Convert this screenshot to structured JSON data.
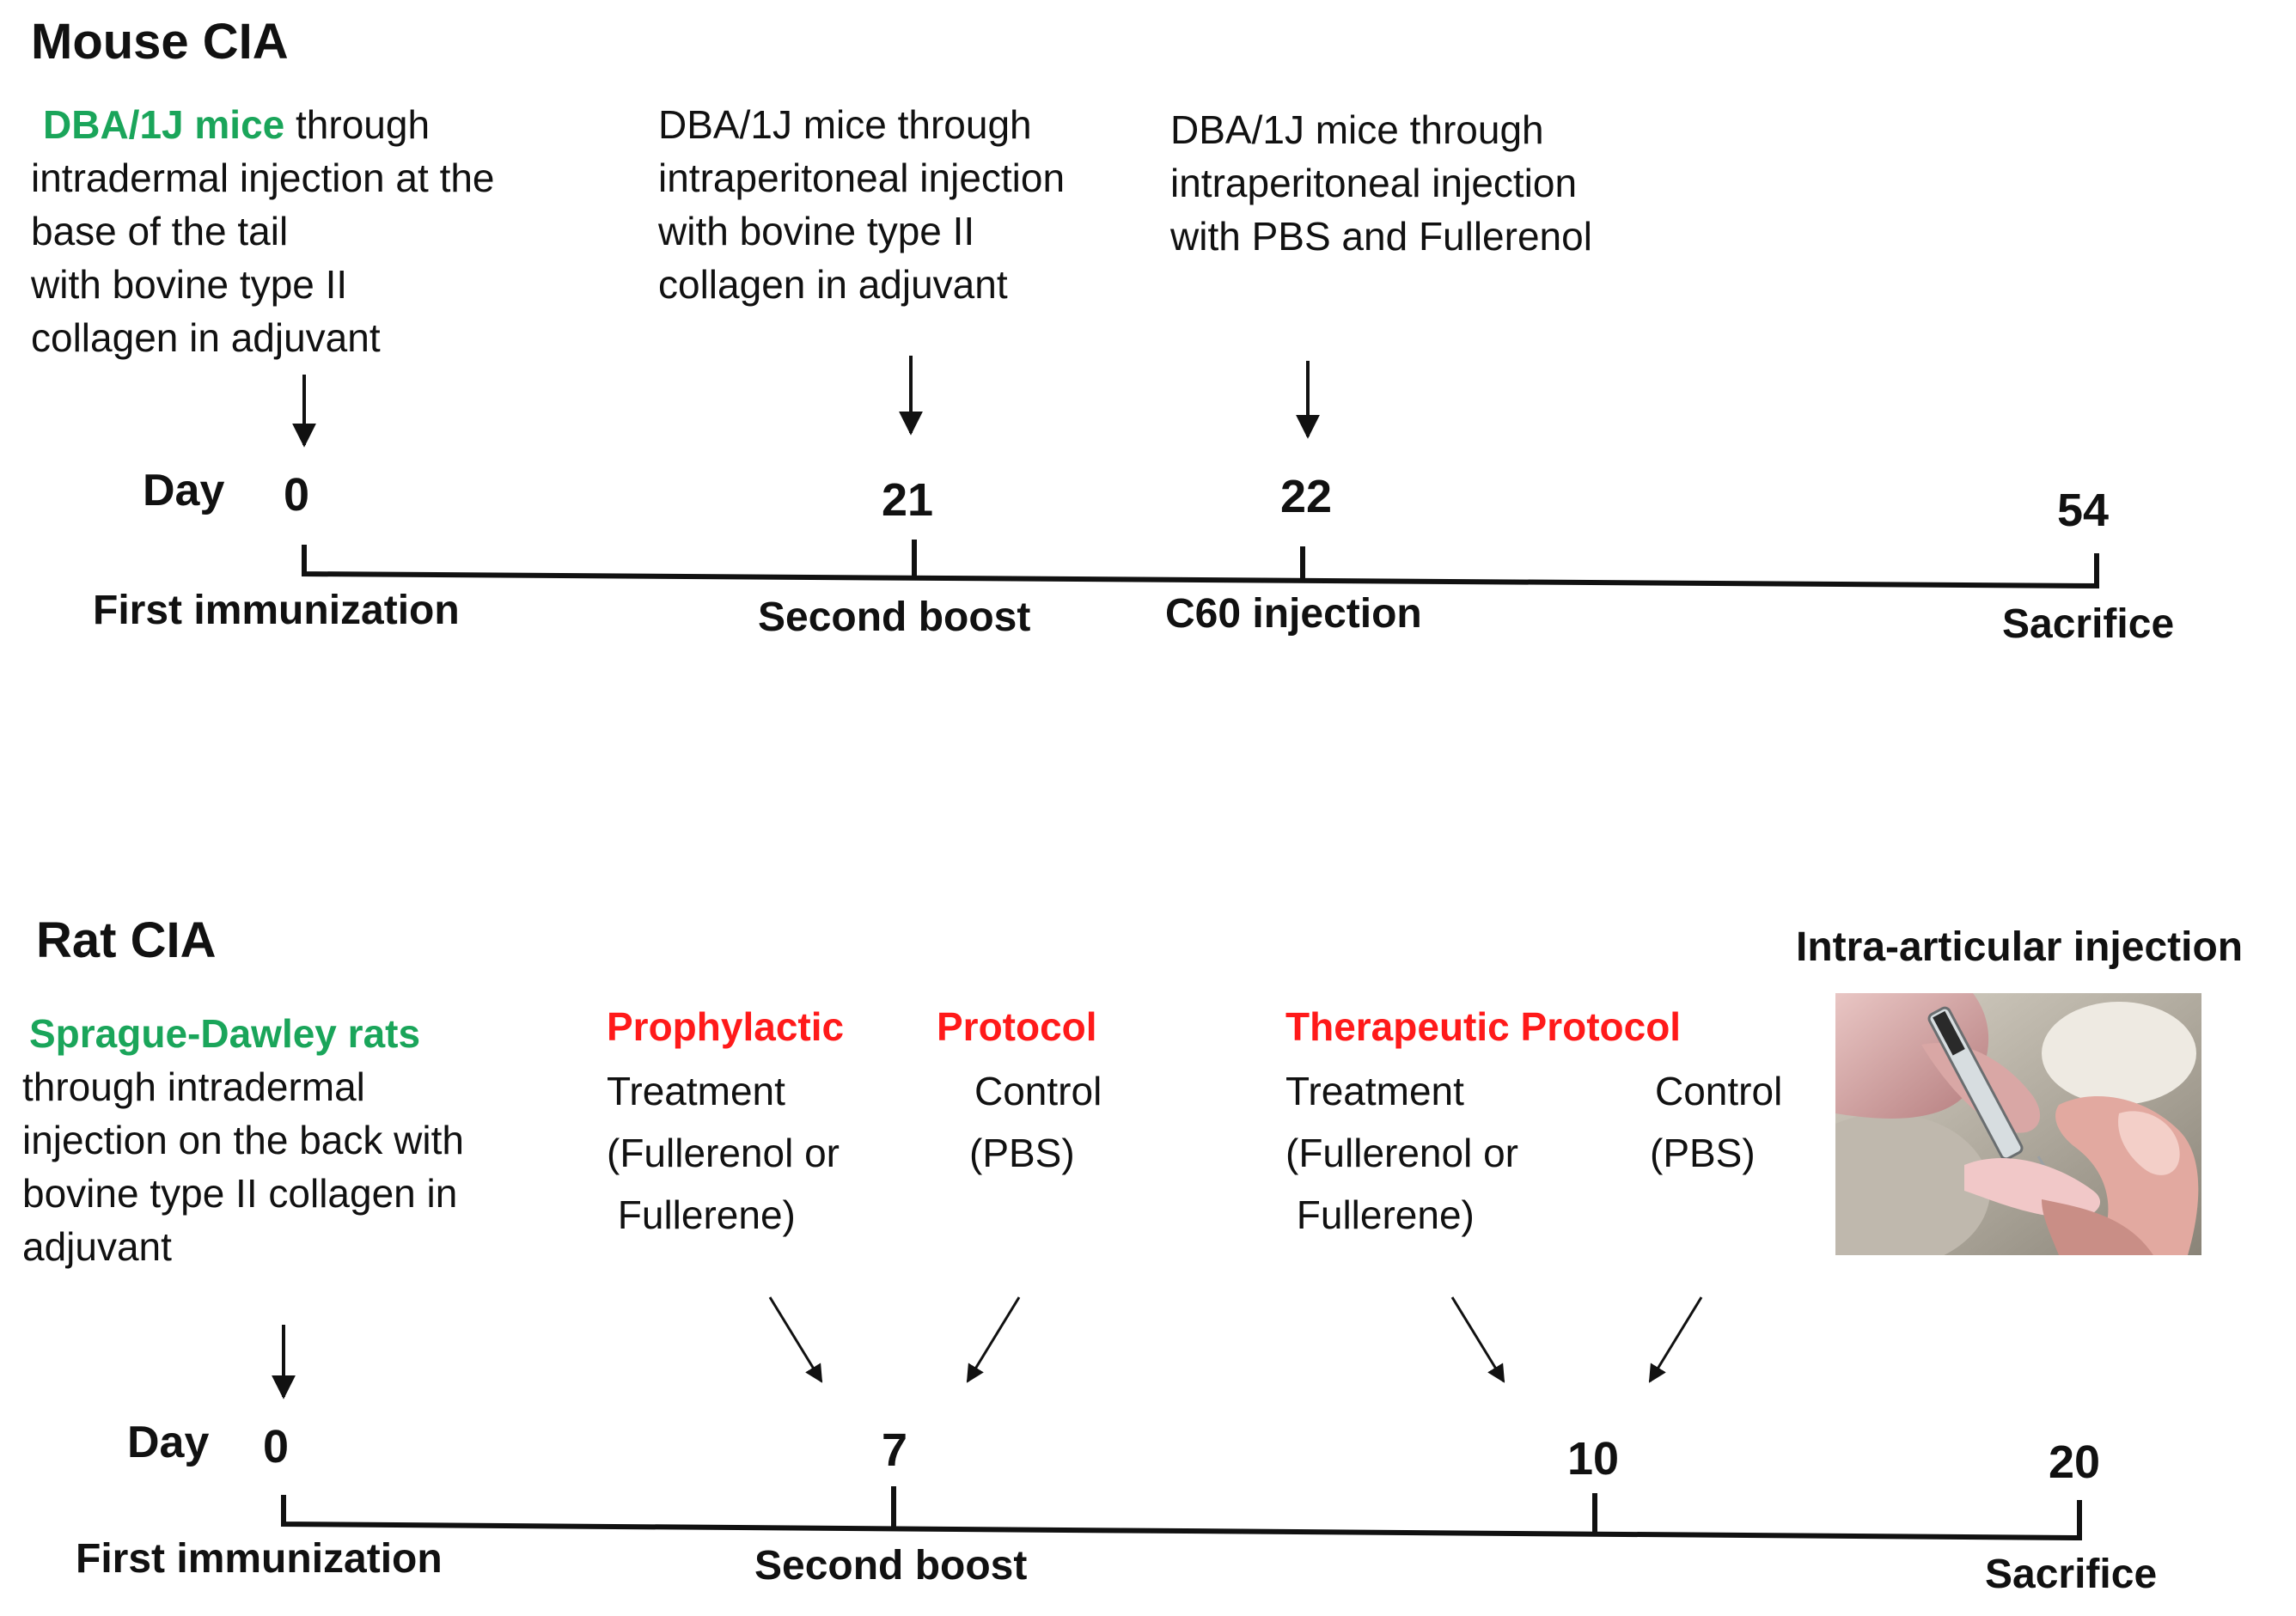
{
  "mouse": {
    "title": "Mouse CIA",
    "step0": {
      "highlight": "DBA/1J mice",
      "rest_first_line": " through",
      "lines": [
        "intradermal injection at the",
        "base of the tail",
        "with bovine type II",
        "collagen in adjuvant"
      ]
    },
    "step21": {
      "lines": [
        "DBA/1J mice through",
        "intraperitoneal injection",
        "with bovine type II",
        "collagen in adjuvant"
      ]
    },
    "step22": {
      "lines": [
        "DBA/1J mice through",
        "intraperitoneal injection",
        "with PBS and Fullerenol"
      ]
    },
    "day_label": "Day",
    "days": [
      "0",
      "21",
      "22",
      "54"
    ],
    "events": [
      "First immunization",
      "Second boost",
      "C60 injection",
      "Sacrifice"
    ]
  },
  "rat": {
    "title": "Rat CIA",
    "step0": {
      "highlight": "Sprague-Dawley rats",
      "lines": [
        "through intradermal",
        "injection on the back with",
        "bovine type II collagen in",
        "adjuvant"
      ]
    },
    "prophylactic": {
      "heading_left": "Prophylactic",
      "heading_right": "Protocol",
      "treatment_lines": [
        "Treatment",
        "(Fullerenol or",
        " Fullerene)"
      ],
      "control_lines": [
        "Control",
        "(PBS)"
      ]
    },
    "therapeutic": {
      "heading": "Therapeutic Protocol",
      "treatment_lines": [
        "Treatment",
        "(Fullerenol or",
        " Fullerene)"
      ],
      "control_lines": [
        "Control",
        "(PBS)"
      ]
    },
    "photo_caption": "Intra-articular injection",
    "day_label": "Day",
    "days": [
      "0",
      "7",
      "10",
      "20"
    ],
    "events": [
      "First immunization",
      "Second boost",
      "Sacrifice"
    ]
  },
  "colors": {
    "green": "#1aa55a",
    "red": "#ff1a1a",
    "line": "#111111"
  }
}
